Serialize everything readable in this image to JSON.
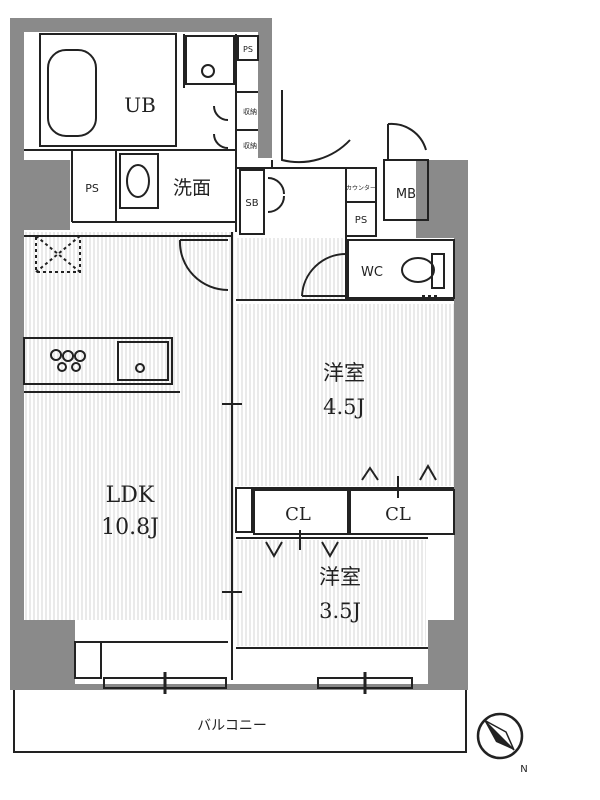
{
  "rooms": {
    "ub": "UB",
    "ps_top": "PS",
    "storage_1": "収納",
    "storage_2": "収納",
    "ps_left": "PS",
    "washroom": "洗面",
    "sb": "SB",
    "counter": "カウンター",
    "ps_mid": "PS",
    "mb": "MB",
    "wc": "WC",
    "ldk_name": "LDK",
    "ldk_size": "10.8J",
    "room1_name": "洋室",
    "room1_size": "4.5J",
    "cl_left": "CL",
    "cl_right": "CL",
    "room2_name": "洋室",
    "room2_size": "3.5J",
    "balcony": "バルコニー"
  },
  "compass": {
    "label": "N"
  },
  "colors": {
    "wall": "#8a8a8a",
    "line": "#222222",
    "hatch": "#cfcfcf"
  }
}
